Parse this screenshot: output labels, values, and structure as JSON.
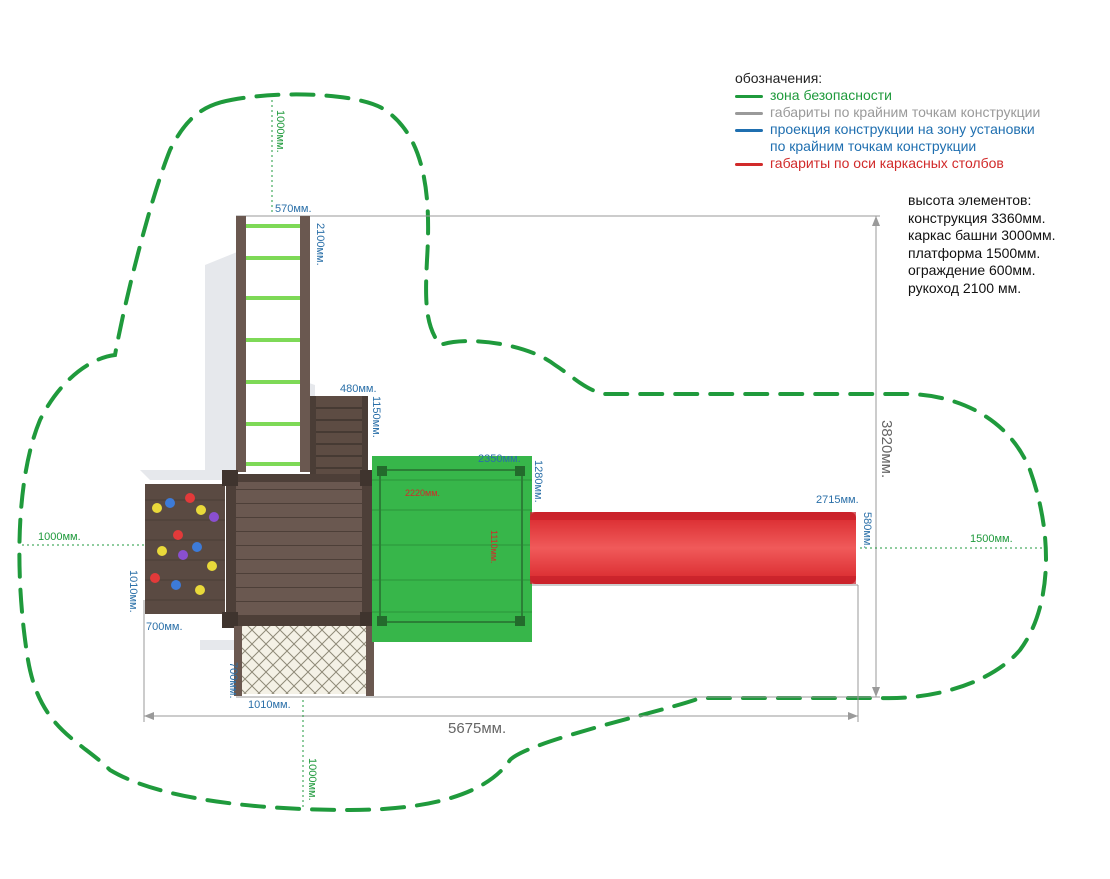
{
  "colors": {
    "zone_green": "#1f9a3c",
    "dim_gray": "#8c8c8c",
    "dim_blue": "#2a6fa8",
    "dim_red": "#d12a2a",
    "wood_dark": "#5d4c43",
    "wood_mid": "#6a5850",
    "platform_green": "#37b64a",
    "slide_red": "#e63a3a",
    "bar_green": "#7ed957"
  },
  "legend": {
    "title": "обозначения:",
    "items": [
      {
        "label": "зона безопасности",
        "color": "#1f9a3c",
        "text_color": "#1f9a3c"
      },
      {
        "label": "габариты по крайним точкам конструкции",
        "color": "#9a9a9a",
        "text_color": "#9a9a9a"
      },
      {
        "label": "проекция конструкции на зону установки",
        "color": "#1f6fb0",
        "text_color": "#1f6fb0"
      },
      {
        "label": "по крайним точкам конструкции",
        "color": "",
        "text_color": "#1f6fb0"
      },
      {
        "label": "габариты по оси каркасных столбов",
        "color": "#d12a2a",
        "text_color": "#d12a2a"
      }
    ]
  },
  "heights": {
    "title": "высота элементов:",
    "lines": [
      "конструкция 3360мм.",
      "каркас башни 3000мм.",
      "платформа 1500мм.",
      "ограждение 600мм.",
      "рукоход  2100 мм."
    ]
  },
  "dimensions": {
    "zone_top": "1000мм.",
    "ladder_width": "570мм.",
    "ladder_length": "2100мм.",
    "stairs_width": "480мм.",
    "stairs_length": "1150мм.",
    "platform_width": "2350мм.",
    "platform_side": "1280мм.",
    "inner_width": "2220мм.",
    "inner_side": "1110мм.",
    "slide_length": "2715мм.",
    "slide_width": "580мм.",
    "zone_right": "1500мм.",
    "total_height": "3820мм.",
    "total_width": "5675мм.",
    "zone_left": "1000мм.",
    "wall_height": "1010мм.",
    "wall_width": "700мм.",
    "net_width": "1010мм.",
    "net_height": "700мм.",
    "zone_bottom": "1000мм."
  }
}
